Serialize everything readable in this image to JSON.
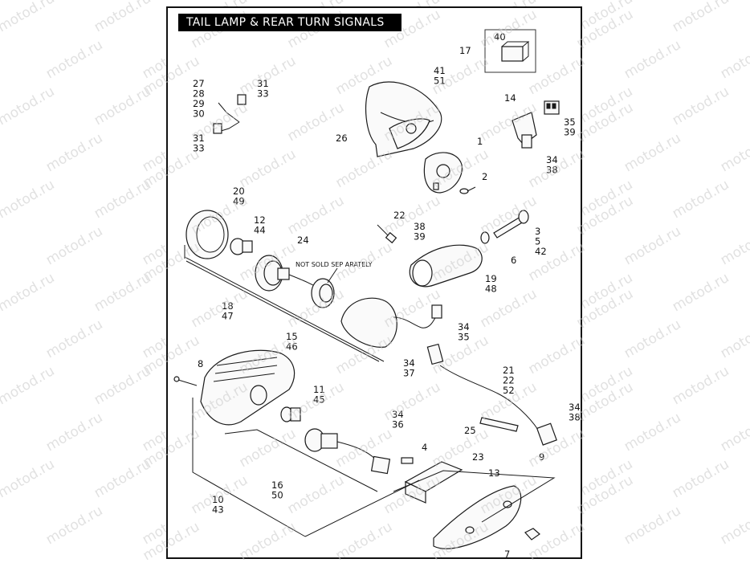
{
  "title": "TAIL LAMP & REAR TURN SIGNALS",
  "watermark": "motod.ru",
  "note": "NOT SOLD SEP ARATELY",
  "callouts": [
    {
      "id": "c-27-28-29-30",
      "lines": [
        "27",
        "28",
        "29",
        "30"
      ]
    },
    {
      "id": "c-31-33-top",
      "lines": [
        "31",
        "33"
      ]
    },
    {
      "id": "c-31-33-bottom",
      "lines": [
        "31",
        "33"
      ]
    },
    {
      "id": "c-26",
      "lines": [
        "26"
      ]
    },
    {
      "id": "c-41-51",
      "lines": [
        "41",
        "51"
      ]
    },
    {
      "id": "c-40",
      "lines": [
        "40"
      ]
    },
    {
      "id": "c-17",
      "lines": [
        "17"
      ]
    },
    {
      "id": "c-14",
      "lines": [
        "14"
      ]
    },
    {
      "id": "c-35-39",
      "lines": [
        "35",
        "39"
      ]
    },
    {
      "id": "c-34-38-top",
      "lines": [
        "34",
        "38"
      ]
    },
    {
      "id": "c-1",
      "lines": [
        "1"
      ]
    },
    {
      "id": "c-2",
      "lines": [
        "2"
      ]
    },
    {
      "id": "c-20-49",
      "lines": [
        "20",
        "49"
      ]
    },
    {
      "id": "c-12-44",
      "lines": [
        "12",
        "44"
      ]
    },
    {
      "id": "c-24",
      "lines": [
        "24"
      ]
    },
    {
      "id": "c-22-top",
      "lines": [
        "22"
      ]
    },
    {
      "id": "c-38-39",
      "lines": [
        "38",
        "39"
      ]
    },
    {
      "id": "c-3-5-42",
      "lines": [
        "3",
        "5",
        "42"
      ]
    },
    {
      "id": "c-6",
      "lines": [
        "6"
      ]
    },
    {
      "id": "c-19-48",
      "lines": [
        "19",
        "48"
      ]
    },
    {
      "id": "c-18-47",
      "lines": [
        "18",
        "47"
      ]
    },
    {
      "id": "c-34-35",
      "lines": [
        "34",
        "35"
      ]
    },
    {
      "id": "c-15-46",
      "lines": [
        "15",
        "46"
      ]
    },
    {
      "id": "c-8",
      "lines": [
        "8"
      ]
    },
    {
      "id": "c-34-37",
      "lines": [
        "34",
        "37"
      ]
    },
    {
      "id": "c-21-22-52",
      "lines": [
        "21",
        "22",
        "52"
      ]
    },
    {
      "id": "c-11-45",
      "lines": [
        "11",
        "45"
      ]
    },
    {
      "id": "c-34-36",
      "lines": [
        "34",
        "36"
      ]
    },
    {
      "id": "c-34-38-right",
      "lines": [
        "34",
        "38"
      ]
    },
    {
      "id": "c-25",
      "lines": [
        "25"
      ]
    },
    {
      "id": "c-4",
      "lines": [
        "4"
      ]
    },
    {
      "id": "c-23",
      "lines": [
        "23"
      ]
    },
    {
      "id": "c-9",
      "lines": [
        "9"
      ]
    },
    {
      "id": "c-13",
      "lines": [
        "13"
      ]
    },
    {
      "id": "c-16-50",
      "lines": [
        "16",
        "50"
      ]
    },
    {
      "id": "c-10-43",
      "lines": [
        "10",
        "43"
      ]
    },
    {
      "id": "c-7",
      "lines": [
        "7"
      ]
    }
  ]
}
